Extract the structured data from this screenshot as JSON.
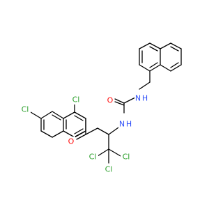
{
  "molecule": {
    "atoms": {
      "cl_para": {
        "symbol": "Cl",
        "color": "#2ca02c"
      },
      "cl_ortho": {
        "symbol": "Cl",
        "color": "#2ca02c"
      },
      "o_ketone": {
        "symbol": "O",
        "color": "#ff0d0d"
      },
      "o_urea": {
        "symbol": "O",
        "color": "#ff0d0d"
      },
      "n_amide": {
        "symbol": "N",
        "color": "#3050f8"
      },
      "h_amide": {
        "symbol": "H",
        "color": "#3050f8"
      },
      "nh_upper": {
        "symbol": "N",
        "color": "#3050f8"
      },
      "h_upper": {
        "symbol": "H",
        "color": "#3050f8"
      },
      "cl_ccl3_left": {
        "symbol": "Cl",
        "color": "#2ca02c"
      },
      "cl_ccl3_right": {
        "symbol": "Cl",
        "color": "#2ca02c"
      },
      "cl_ccl3_bottom": {
        "symbol": "Cl",
        "color": "#2ca02c"
      }
    }
  }
}
